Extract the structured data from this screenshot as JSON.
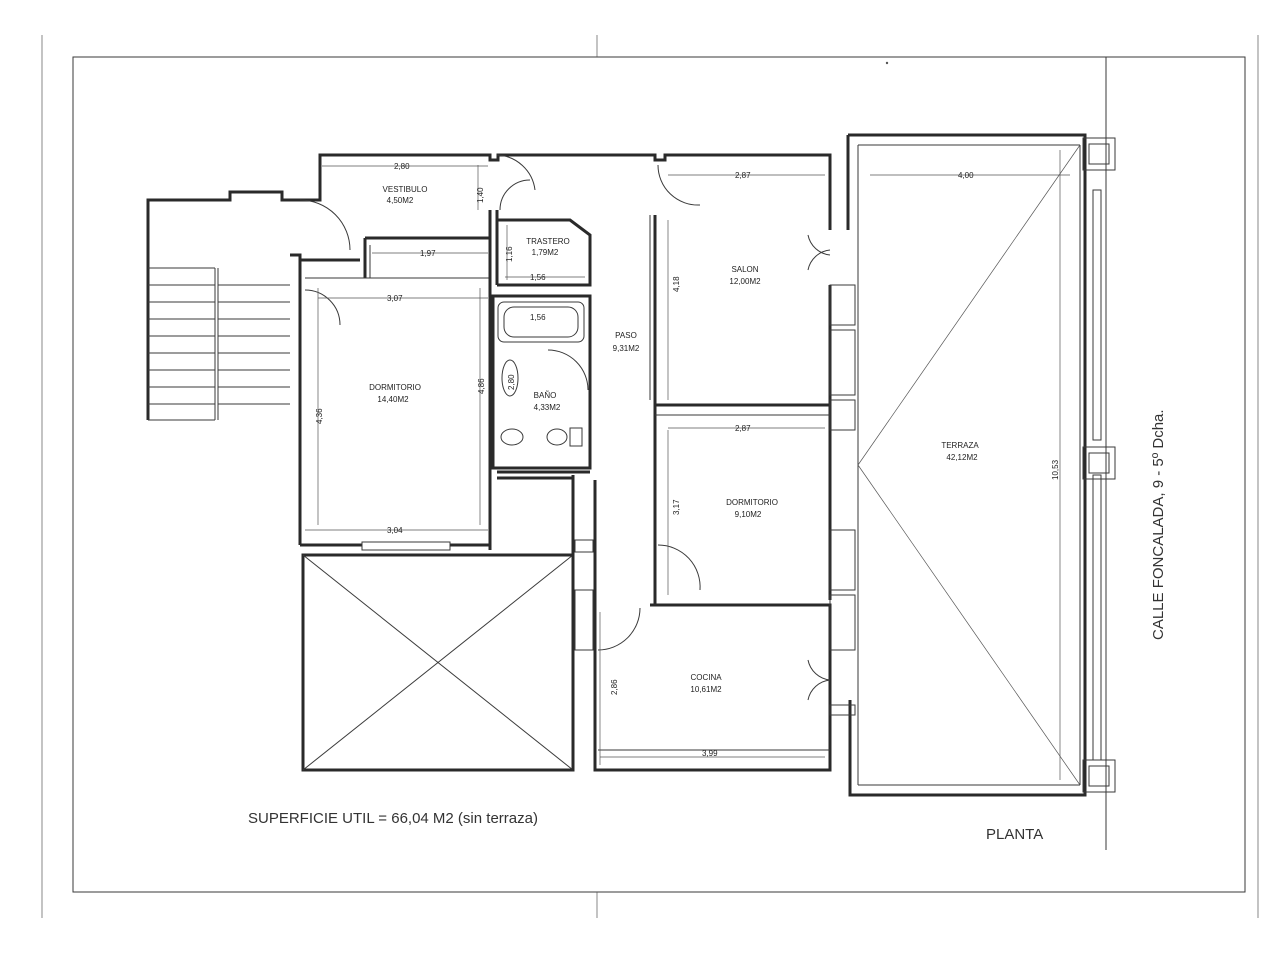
{
  "rooms": {
    "vestibulo": {
      "name": "VESTIBULO",
      "area": "4,50M2"
    },
    "trastero": {
      "name": "TRASTERO",
      "area": "1,79M2"
    },
    "paso": {
      "name": "PASO",
      "area": "9,31M2"
    },
    "salon": {
      "name": "SALON",
      "area": "12,00M2"
    },
    "dormitorio1": {
      "name": "DORMITORIO",
      "area": "14,40M2"
    },
    "bano": {
      "name": "BAÑO",
      "area": "4,33M2"
    },
    "dormitorio2": {
      "name": "DORMITORIO",
      "area": "9,10M2"
    },
    "cocina": {
      "name": "COCINA",
      "area": "10,61M2"
    },
    "terraza": {
      "name": "TERRAZA",
      "area": "42,12M2"
    }
  },
  "dimensions": {
    "vestibulo_width": "2,80",
    "vestibulo_depth": "1,40",
    "corridor_197": "1,97",
    "trastero_height": "1,16",
    "trastero_width": "1,56",
    "bath_tub_width": "1,56",
    "bath_depth": "2,80",
    "dorm1_top": "3,07",
    "dorm1_left": "4,36",
    "dorm1_right": "4,86",
    "dorm1_bottom": "3,04",
    "salon_width": "2,87",
    "salon_height": "4,18",
    "dorm2_width": "2,87",
    "dorm2_height": "3,17",
    "cocina_height": "2,86",
    "cocina_width": "3,99",
    "terraza_width": "4,00",
    "terraza_length": "10,53"
  },
  "summary": "SUPERFICIE UTIL = 66,04 M2 (sin terraza)",
  "plan_label": "PLANTA",
  "street": "CALLE FONCALADA, 9 - 5º Dcha."
}
